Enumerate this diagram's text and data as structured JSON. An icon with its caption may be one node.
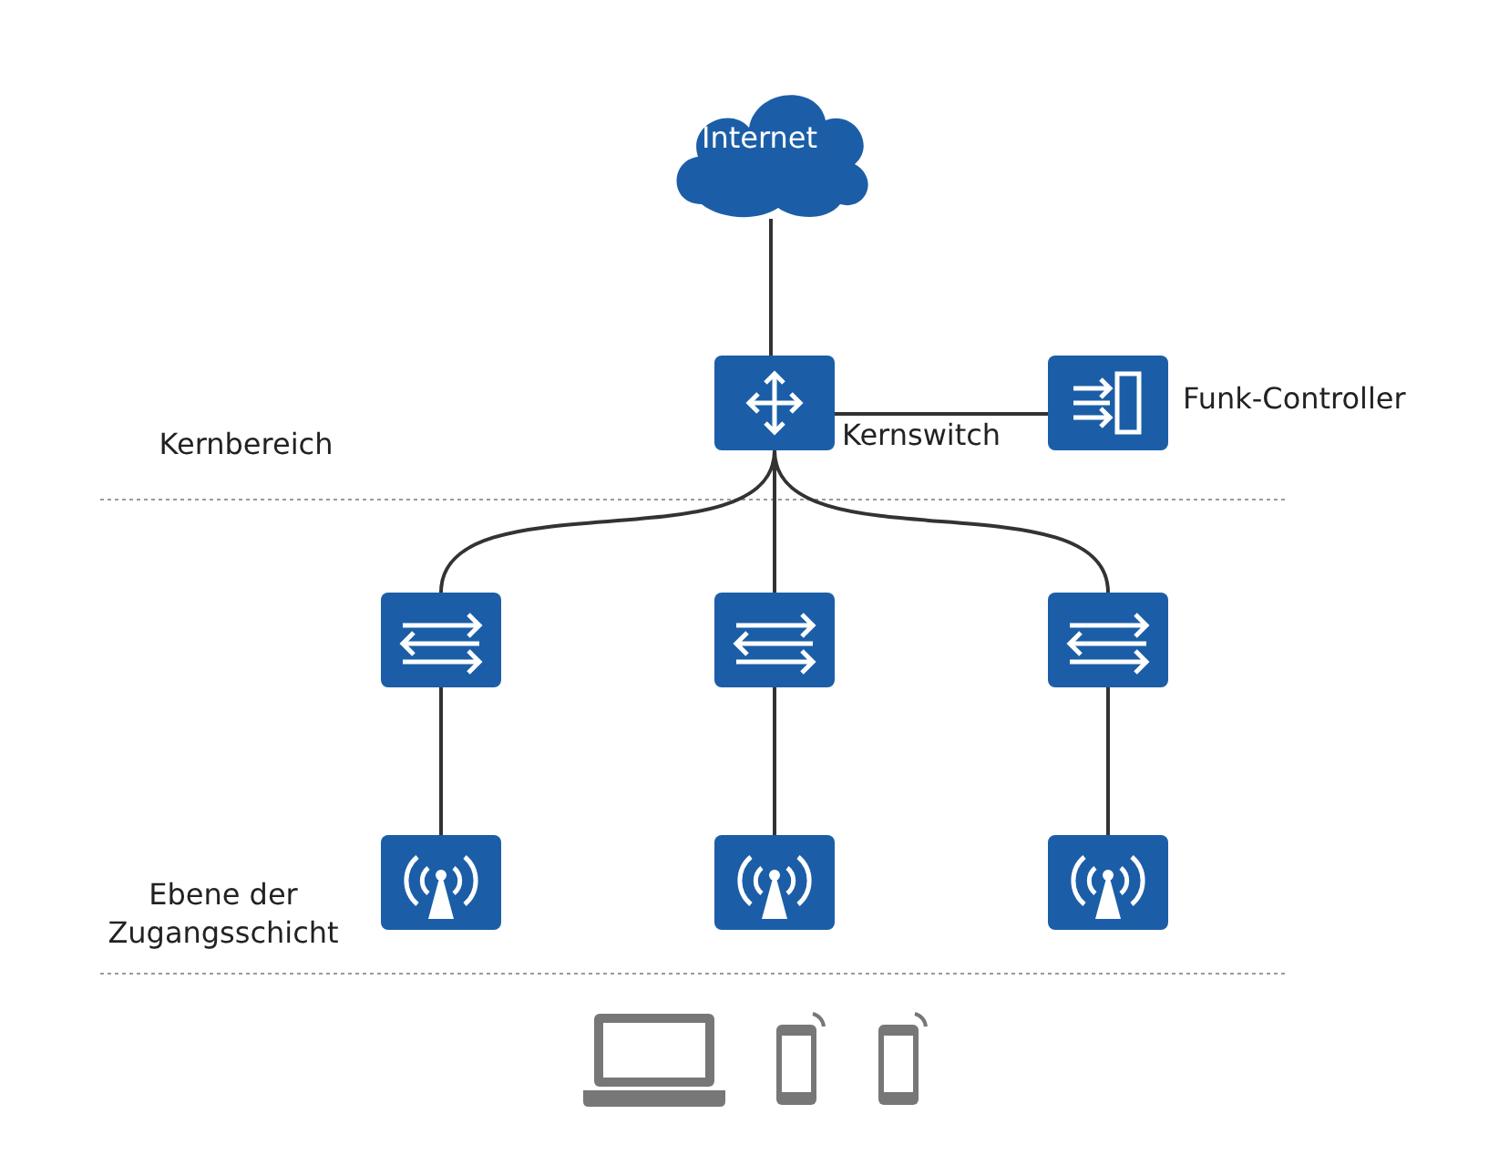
{
  "diagram": {
    "nodes": [
      {
        "text": [
          "Internet"
        ]
      },
      {
        "text": [
          "Kernswitch"
        ]
      },
      {
        "text": [
          "Funk-Controller"
        ]
      },
      {
        "text": [],
        "shape": "box"
      },
      {
        "text": [],
        "shape": "box"
      },
      {
        "text": [],
        "shape": "box"
      },
      {
        "text": [],
        "shape": "box"
      },
      {
        "text": [],
        "shape": "box"
      },
      {
        "text": [],
        "shape": "box"
      }
    ],
    "edges": [
      {
        "from": 0,
        "to": 1,
        "arrow": "none"
      },
      {
        "from": 1,
        "to": 2,
        "arrow": "none"
      },
      {
        "from": 1,
        "to": 3,
        "arrow": "none"
      },
      {
        "from": 1,
        "to": 4,
        "arrow": "none"
      },
      {
        "from": 1,
        "to": 5,
        "arrow": "none"
      },
      {
        "from": 3,
        "to": 6,
        "arrow": "none"
      },
      {
        "from": 4,
        "to": 7,
        "arrow": "none"
      },
      {
        "from": 5,
        "to": 8,
        "arrow": "none"
      }
    ],
    "labels": [
      "Kernbereich",
      "Ebene der Zugangsschicht"
    ]
  }
}
